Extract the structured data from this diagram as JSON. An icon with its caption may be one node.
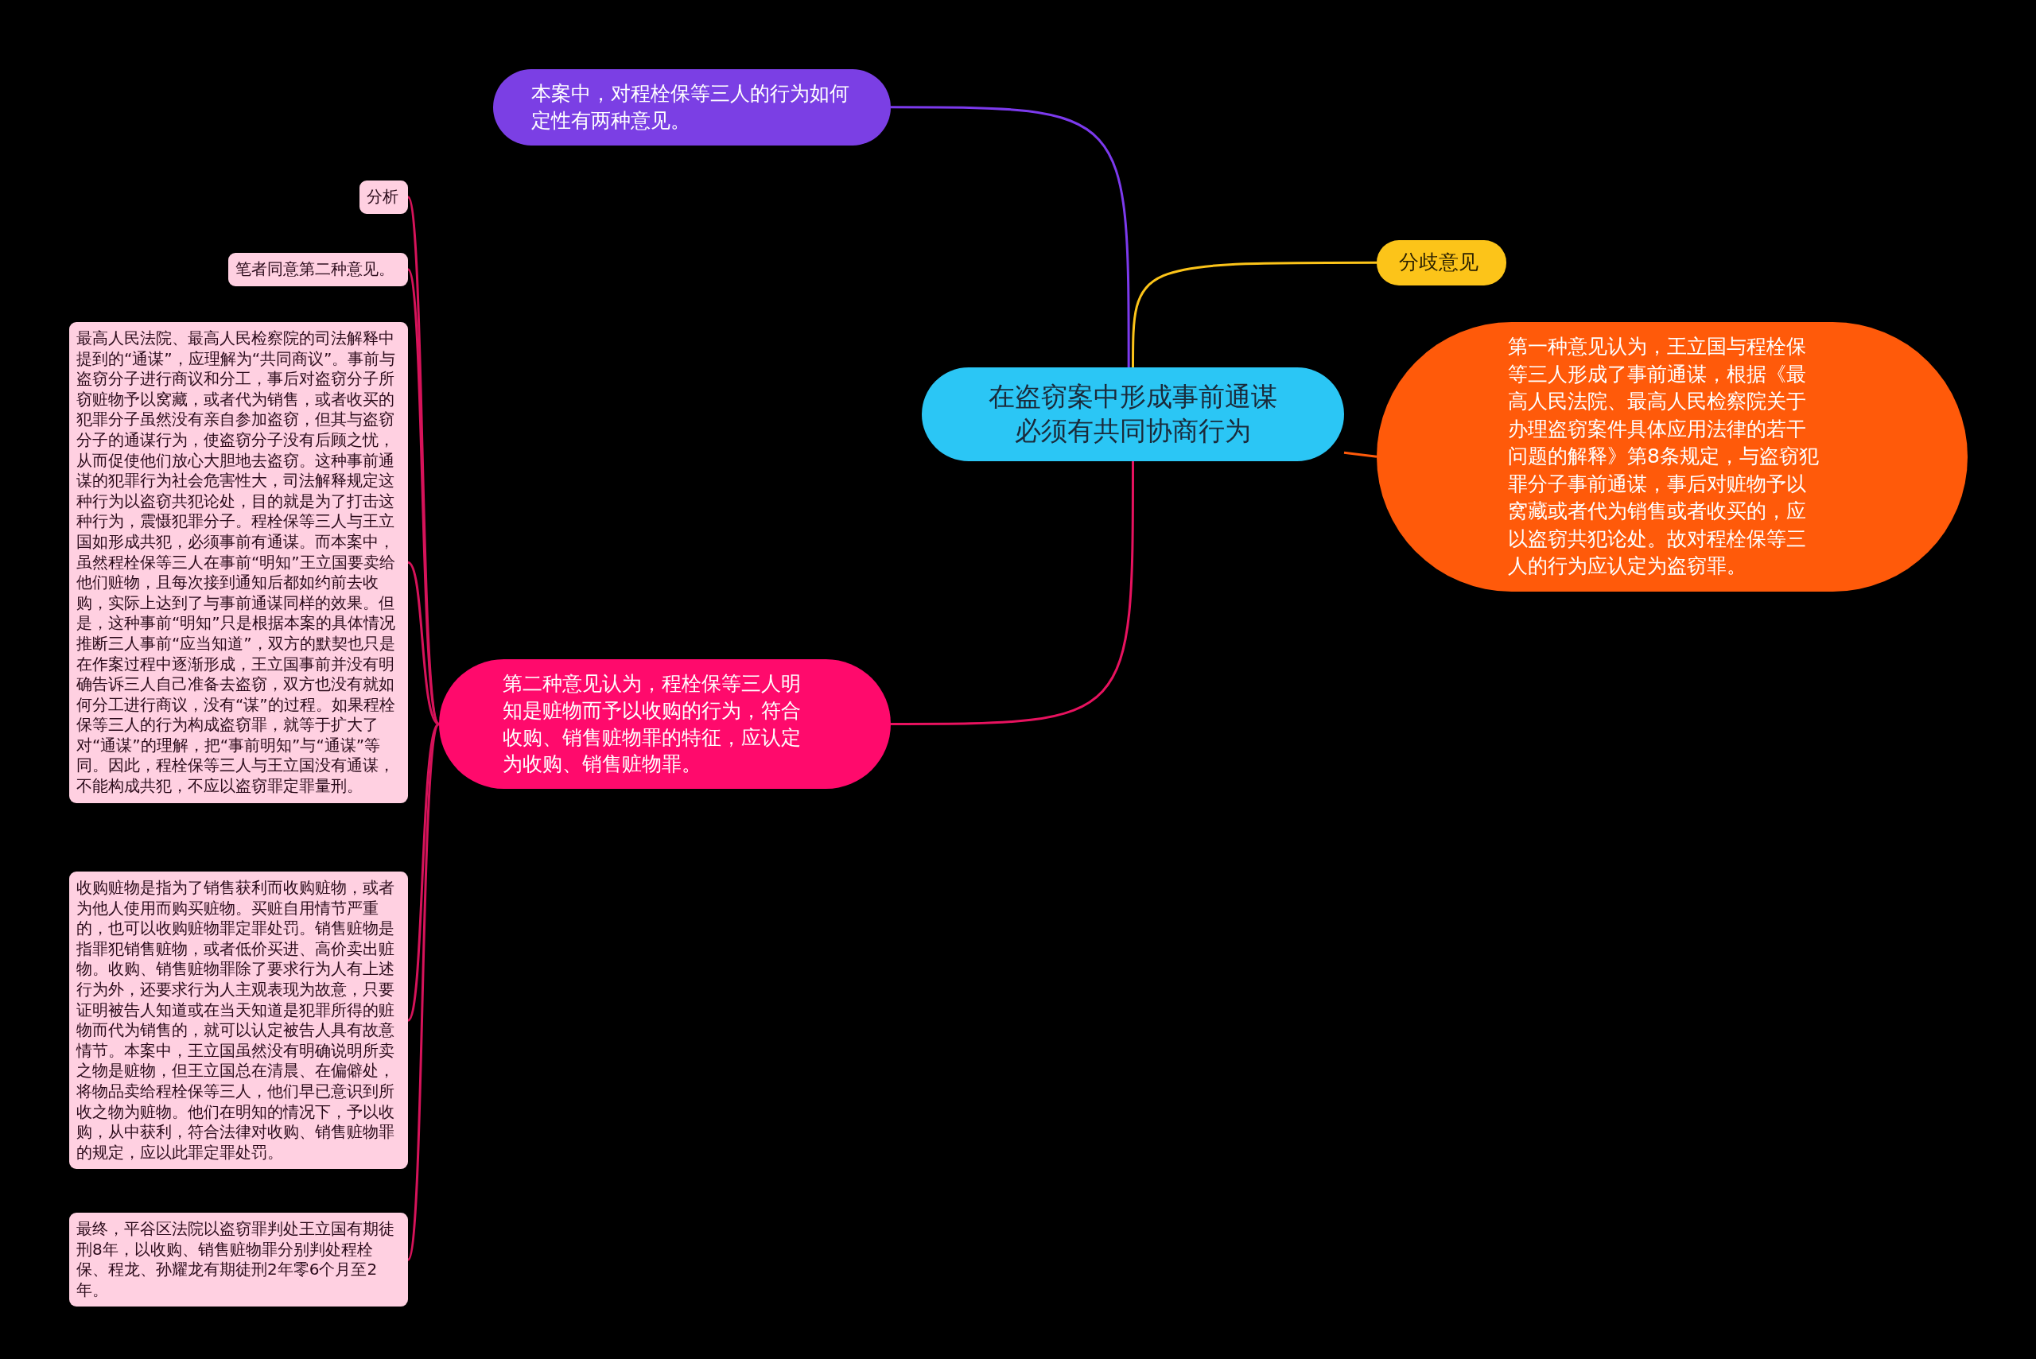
{
  "diagram": {
    "nodes": [
      {
        "text": [
          "在盗窃案中形成事前通谋必须有共同协商行为"
        ]
      },
      {
        "text": [
          "本案中，对程栓保等三人的行为如何定性有两种意见。"
        ]
      },
      {
        "text": [
          "分歧意见"
        ]
      },
      {
        "text": [
          "第一种意见认为，王立国与程栓保等三人形成了事前通谋，根据《最高人民法院、最高人民检察院关于办理盗窃案件具体应用法律的若干问题的解释》第8条规定，与盗窃犯罪分子事前通谋，事后对赃物予以窝藏或者代为销售或者收买的，应以盗窃共犯论处。故对程栓保等三人的行为应认定为盗窃罪。"
        ]
      },
      {
        "text": [
          "第二种意见认为，程栓保等三人明知是赃物而予以收购的行为，符合收购、销售赃物罪的特征，应认定为收购、销售赃物罪。"
        ]
      },
      {
        "text": [
          "分析"
        ]
      },
      {
        "text": [
          "笔者同意第二种意见。"
        ]
      },
      {
        "text": [
          "最高人民法院、最高人民检察院的司法解释中提到的“通谋”，应理解为“共同商议”。事前与盗窃分子进行商议和分工，事后对盗窃分子所窃赃物予以窝藏，或者代为销售，或者收买的犯罪分子虽然没有亲自参加盗窃，但其与盗窃分子的通谋行为，使盗窃分子没有后顾之忧，从而促使他们放心大胆地去盗窃。这种事前通谋的犯罪行为社会危害性大，司法解释规定这种行为以盗窃共犯论处，目的就是为了打击这种行为，震慑犯罪分子。程栓保等三人与王立国如形成共犯，必须事前有通谋。而本案中，虽然程栓保等三人在事前“明知”王立国要卖给他们赃物，且每次接到通知后都如约前去收购，实际上达到了与事前通谋同样的效果。但是，这种事前“明知”只是根据本案的具体情况推断三人事前“应当知道”，双方的默契也只是在作案过程中逐渐形成，王立国事前并没有明确告诉三人自己准备去盗窃，双方也没有就如何分工进行商议，没有“谋”的过程。如果程栓保等三人的行为构成盗窃罪，就等于扩大了对“通谋”的理解，把“事前明知”与“通谋”等同。因此，程栓保等三人与王立国没有通谋，不能构成共犯，不应以盗窃罪定罪量刑。"
        ]
      },
      {
        "text": [
          "收购赃物是指为了销售获利而收购赃物，或者为他人使用而购买赃物。买赃自用情节严重的，也可以收购赃物罪定罪处罚。销售赃物是指罪犯销售赃物，或者低价买进、高价卖出赃物。收购、销售赃物罪除了要求行为人有上述行为外，还要求行为人主观表现为故意，只要证明被告人知道或在当天知道是犯罪所得的赃物而代为销售的，就可以认定被告人具有故意情节。本案中，王立国虽然没有明确说明所卖之物是赃物，但王立国总在清晨、在偏僻处，将物品卖给程栓保等三人，他们早已意识到所收之物为赃物。他们在明知的情况下，予以收购，从中获利，符合法律对收购、销售赃物罪的规定，应以此罪定罪处罚。"
        ]
      },
      {
        "text": [
          "最终，平谷区法院以盗窃罪判处王立国有期徒刑8年，以收购、销售赃物罪分别判处程栓保、程龙、孙耀龙有期徒刑2年零6个月至2年。"
        ]
      }
    ],
    "edges": [
      {
        "from": 0,
        "to": 1,
        "arrow": "none",
        "color": "#7c3aed"
      },
      {
        "from": 0,
        "to": 2,
        "arrow": "none",
        "color": "#fcc419"
      },
      {
        "from": 0,
        "to": 3,
        "arrow": "none",
        "color": "#ff5a0a"
      },
      {
        "from": 0,
        "to": 4,
        "arrow": "none",
        "color": "#e8125f"
      },
      {
        "from": 4,
        "to": 5,
        "arrow": "none"
      },
      {
        "from": 4,
        "to": 6,
        "arrow": "none"
      },
      {
        "from": 4,
        "to": 7,
        "arrow": "none"
      },
      {
        "from": 4,
        "to": 8,
        "arrow": "none"
      },
      {
        "from": 4,
        "to": 9,
        "arrow": "none"
      }
    ]
  }
}
